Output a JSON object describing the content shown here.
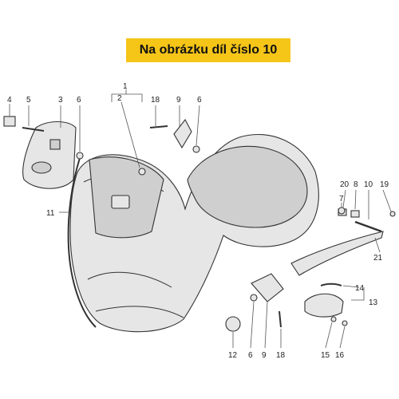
{
  "banner": {
    "text": "Na obrázku díl číslo 10",
    "color": "#f5c518"
  },
  "callouts": {
    "c1": "1",
    "c2": "2",
    "c3": "3",
    "c4": "4",
    "c5": "5",
    "c6a": "6",
    "c9a": "9",
    "c6b": "6",
    "c18a": "18",
    "c11": "11",
    "c20": "20",
    "c8": "8",
    "c10": "10",
    "c19": "19",
    "c7": "7",
    "c21": "21",
    "c14": "14",
    "c13": "13",
    "c12": "12",
    "c6c": "6",
    "c9b": "9",
    "c18b": "18",
    "c15": "15",
    "c16": "16"
  }
}
